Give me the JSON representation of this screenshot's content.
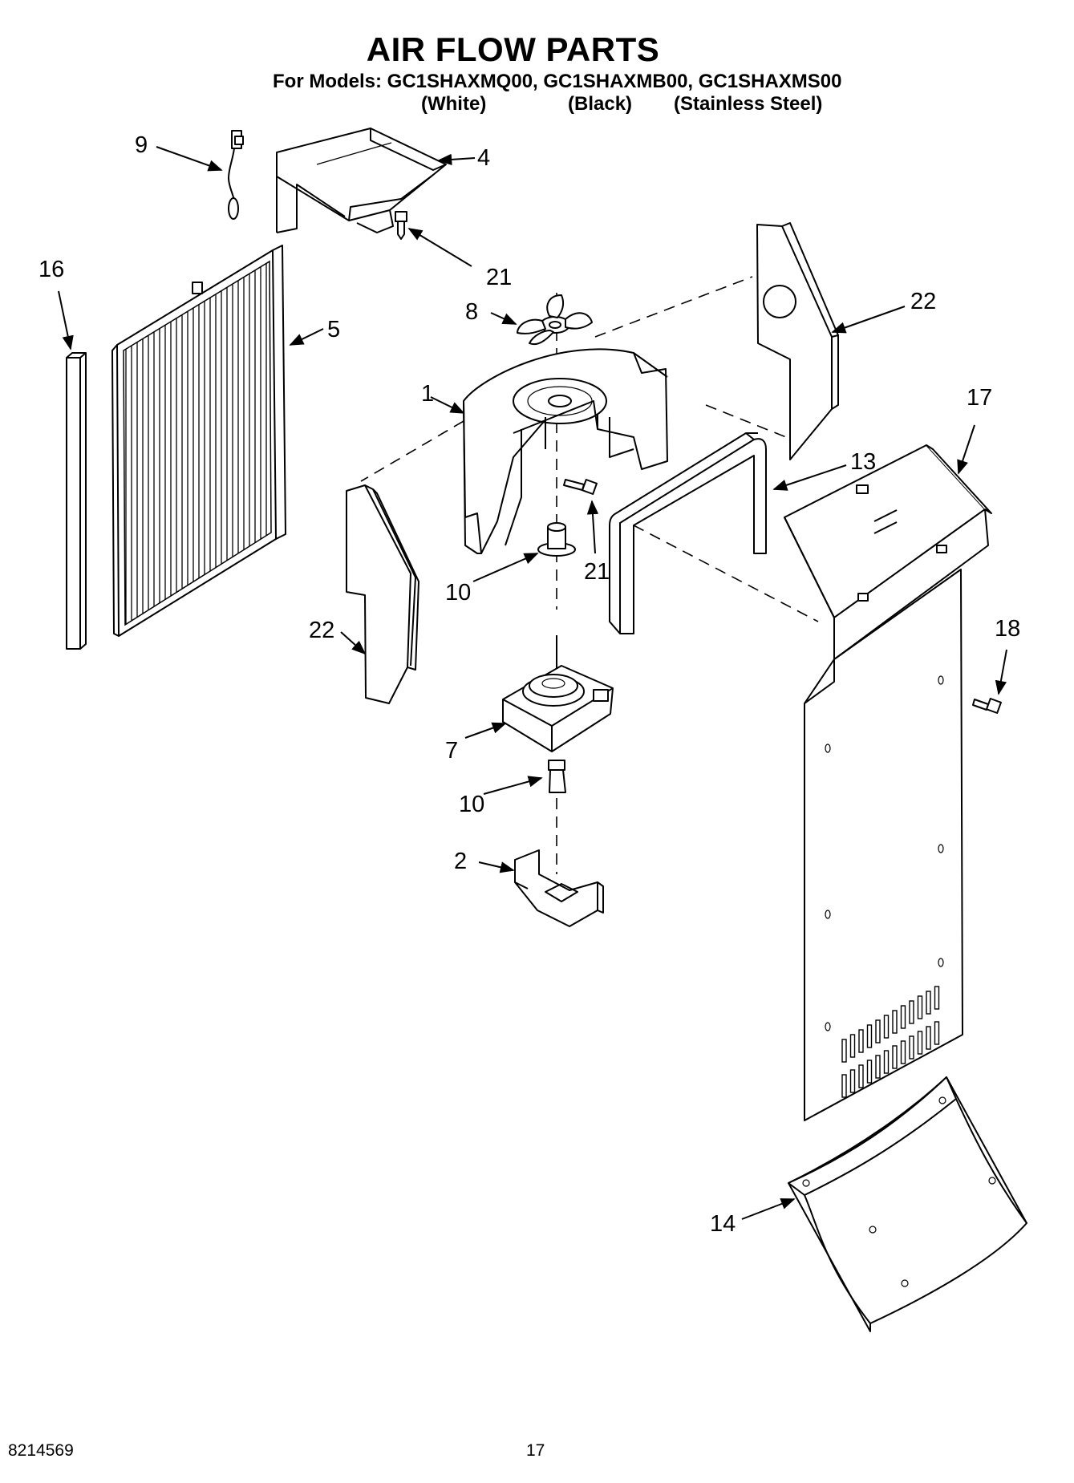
{
  "header": {
    "title": "AIR FLOW PARTS",
    "models_line": "For Models: GC1SHAXMQ00, GC1SHAXMB00, GC1SHAXMS00",
    "color_white": "(White)",
    "color_black": "(Black)",
    "color_stainless": "(Stainless Steel)"
  },
  "callouts": {
    "c9": "9",
    "c4": "4",
    "c21a": "21",
    "c16": "16",
    "c5": "5",
    "c8": "8",
    "c22a": "22",
    "c1": "1",
    "c17": "17",
    "c13": "13",
    "c21b": "21",
    "c10a": "10",
    "c22b": "22",
    "c18": "18",
    "c7": "7",
    "c10b": "10",
    "c2": "2",
    "c14": "14"
  },
  "footer": {
    "doc_number": "8214569",
    "page_number": "17"
  }
}
